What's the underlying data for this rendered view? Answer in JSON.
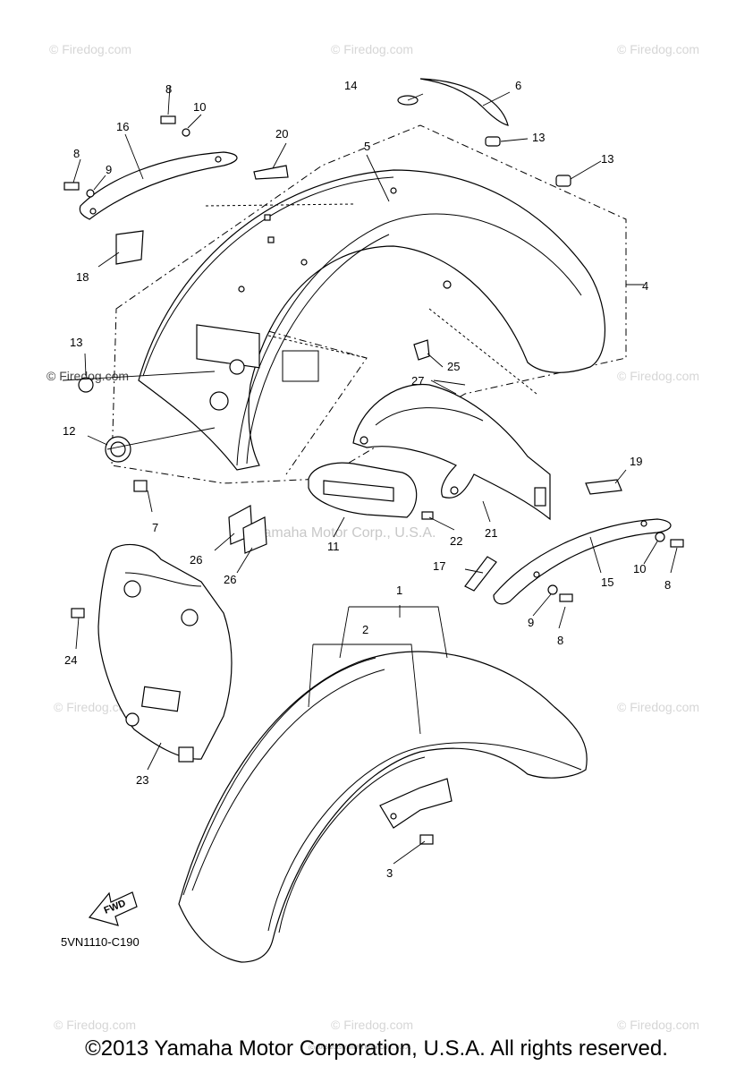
{
  "diagram": {
    "code": "5VN1110-C190",
    "fwd_label": "FWD",
    "mid_watermark": "Yamaha Motor Corp., U.S.A.",
    "watermark": "© Firedog.com",
    "tiny_note": "(c) 2005-2015 Yamaha Motor Corp., U.S.A."
  },
  "callouts": {
    "c1": "1",
    "c2": "2",
    "c3": "3",
    "c4": "4",
    "c5": "5",
    "c6": "6",
    "c7": "7",
    "c8a": "8",
    "c8b": "8",
    "c8c": "8",
    "c8d": "8",
    "c9a": "9",
    "c9b": "9",
    "c10a": "10",
    "c10b": "10",
    "c11": "11",
    "c12": "12",
    "c13a": "13",
    "c13b": "13",
    "c13c": "13",
    "c14": "14",
    "c15": "15",
    "c16": "16",
    "c17": "17",
    "c18": "18",
    "c19": "19",
    "c20": "20",
    "c21": "21",
    "c22": "22",
    "c23": "23",
    "c24": "24",
    "c25": "25",
    "c26a": "26",
    "c26b": "26",
    "c27": "27"
  },
  "footer": {
    "copyright": "©2013 Yamaha Motor Corporation, U.S.A. All rights reserved."
  }
}
